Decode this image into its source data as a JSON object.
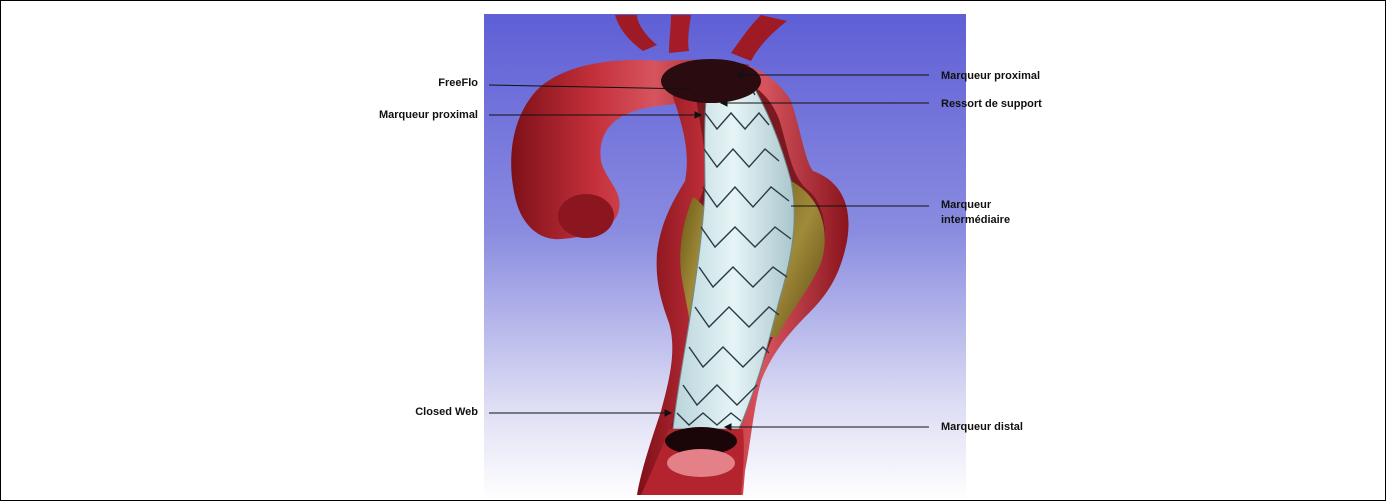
{
  "diagram": {
    "colors": {
      "background_top": "#6b6bd8",
      "background_bottom": "#ffffff",
      "aorta": "#b01f2a",
      "aorta_dark": "#6e0f17",
      "aorta_light": "#d9606a",
      "stent_fabric": "#dbeef2",
      "stent_wire": "#2b3a44",
      "plaque": "#7a6a1e",
      "leader_line": "#111111"
    },
    "labels": {
      "freeflo": "FreeFlo",
      "marqueur_proximal_left": "Marqueur proximal",
      "marqueur_proximal_right": "Marqueur proximal",
      "ressort_de_support": "Ressort de support",
      "marqueur_intermediaire_line1": "Marqueur",
      "marqueur_intermediaire_line2": "intermédiaire",
      "closed_web": "Closed Web",
      "marqueur_distal": "Marqueur distal"
    }
  }
}
